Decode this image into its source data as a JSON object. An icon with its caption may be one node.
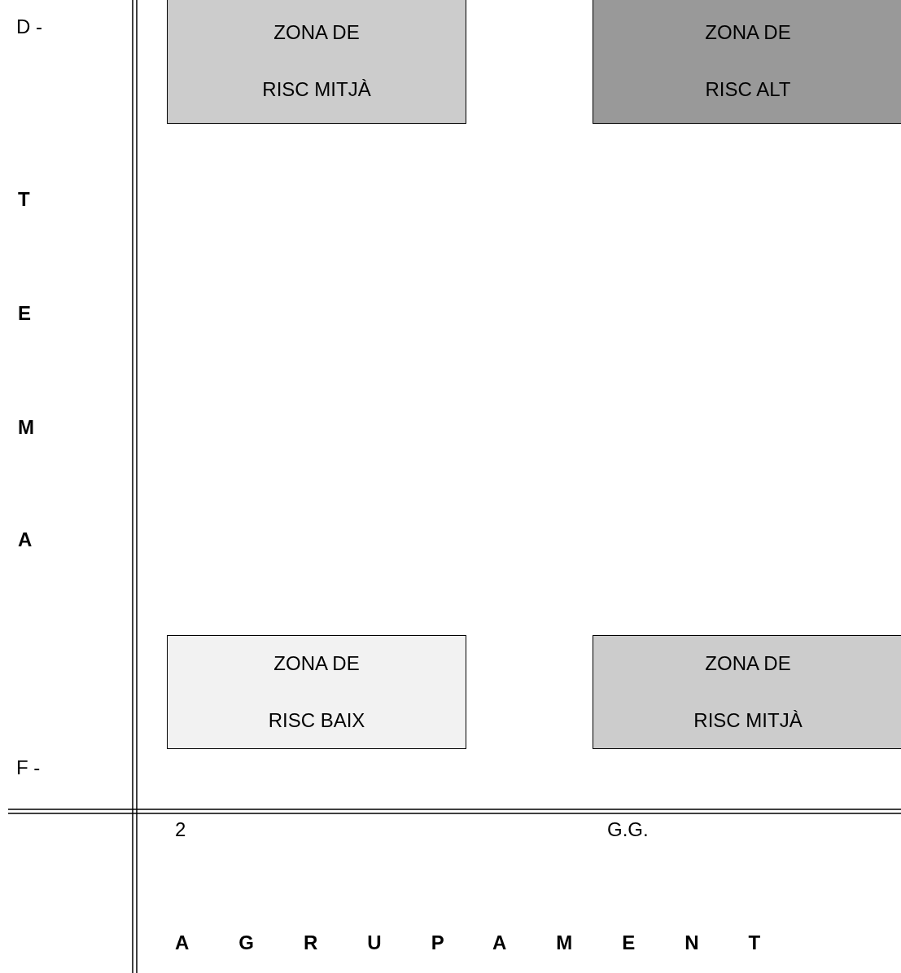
{
  "diagram": {
    "nodes": [
      {
        "text": [
          "ZONA DE RISC MITJÀ"
        ]
      },
      {
        "text": [
          "ZONA DE RISC ALT"
        ]
      },
      {
        "text": [
          "ZONA DE RISC BAIX"
        ]
      },
      {
        "text": [
          "ZONA DE RISC MITJÀ"
        ]
      }
    ],
    "labels": [
      "D -",
      "T",
      "E",
      "M",
      "A",
      "F -",
      "2",
      "G.G.",
      "AGRUPAMENT"
    ]
  }
}
